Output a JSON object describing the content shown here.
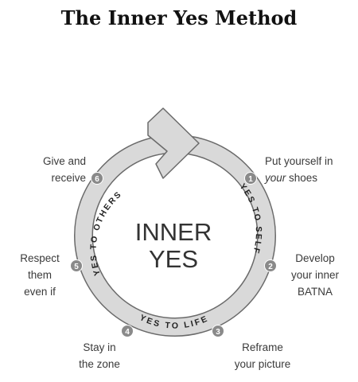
{
  "title": "The Inner Yes Method",
  "center_label": [
    "INNER",
    "YES"
  ],
  "ring_labels": {
    "self": "YES TO SELF",
    "others": "YES TO OTHERS",
    "life": "YES TO LIFE"
  },
  "steps": [
    {
      "number": "1",
      "line1_a": "Put yourself in",
      "line1_b": "",
      "line2_em": "your",
      "line2_rest": " shoes"
    },
    {
      "number": "2",
      "lines": [
        "Develop",
        "your inner",
        "BATNA"
      ]
    },
    {
      "number": "3",
      "lines": [
        "Reframe",
        "your picture"
      ]
    },
    {
      "number": "4",
      "lines": [
        "Stay in",
        "the zone"
      ]
    },
    {
      "number": "5",
      "lines": [
        "Respect",
        "them",
        "even if"
      ]
    },
    {
      "number": "6",
      "lines": [
        "Give and",
        "receive"
      ]
    }
  ],
  "colors": {
    "ring_fill": "#d9d9d9",
    "ring_outline": "#6a6a6a",
    "badge_fill": "#8a8a8a",
    "text": "#333333"
  }
}
